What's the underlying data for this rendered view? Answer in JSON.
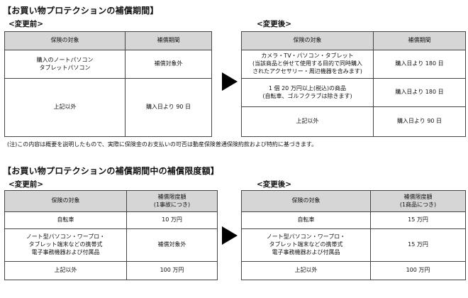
{
  "section1": {
    "title": "【お買い物プロテクションの補償期間】",
    "before_label": "<変更前>",
    "after_label": "<変更後>",
    "before_table": {
      "headers": [
        "保険の対象",
        "補償期間"
      ],
      "rows": [
        [
          "購入のノートパソコン\nタブレットパソコン",
          "補償対象外"
        ],
        [
          "上記以外",
          "購入日より 90 日"
        ]
      ]
    },
    "after_table": {
      "headers": [
        "保険の対象",
        "補償期間"
      ],
      "rows": [
        [
          "カメラ・TV・パソコン・タブレット\n(当該商品と併せて使用する目的で同時購入\nされたアクセサリー・周辺機器を含みます)",
          "購入日より 180 日"
        ],
        [
          "1 個 20 万円以上(税込)の商品\n(自転車、ゴルフクラブは除きます)",
          "購入日より 180 日"
        ],
        [
          "上記以外",
          "購入日より 90 日"
        ]
      ]
    }
  },
  "note": "(注)この内容は概要を説明したもので、実際に保険金のお支払いの可否は動産保険普通保険約款および特約に基づきます。",
  "section2": {
    "title": "【お買い物プロテクションの補償期間中の補償限度額】",
    "before_label": "<変更前>",
    "after_label": "<変更後>",
    "before_table": {
      "headers": [
        "保険の対象",
        "補償限度額\n(1事故につき)"
      ],
      "rows": [
        [
          "自転車",
          "10 万円"
        ],
        [
          "ノート型パソコン・ワープロ・\nタブレット端末などの携帯式\n電子事務機器および付属品",
          "補償対象外"
        ],
        [
          "上記以外",
          "100 万円"
        ]
      ]
    },
    "after_table": {
      "headers": [
        "保険の対象",
        "補償限度額\n(1商品につき)"
      ],
      "rows": [
        [
          "自転車",
          "15 万円"
        ],
        [
          "ノート型パソコン・ワープロ・\nタブレット端末などの携帯式\n電子事務機器および付属品",
          "15 万円"
        ],
        [
          "上記以外",
          "100 万円"
        ]
      ]
    }
  }
}
